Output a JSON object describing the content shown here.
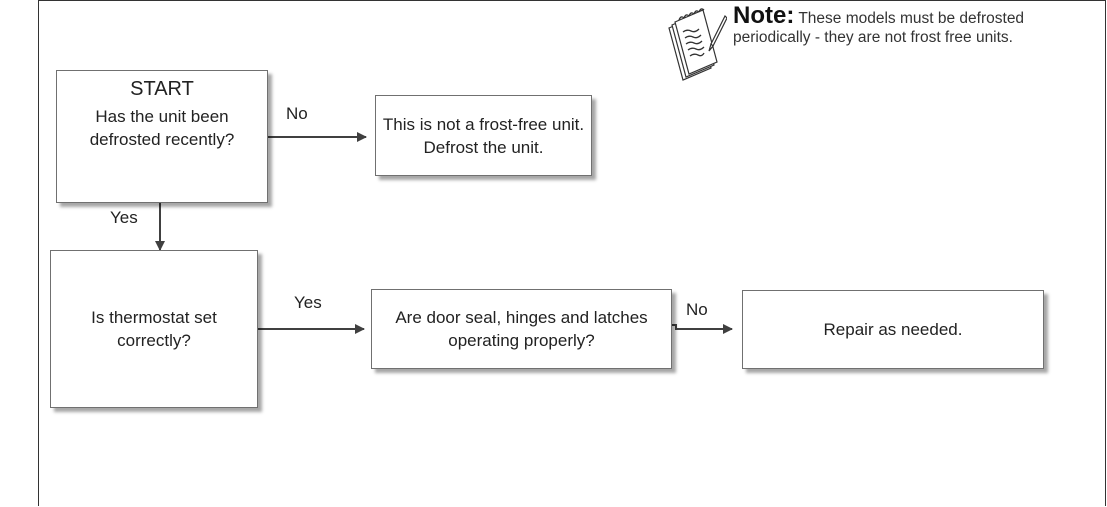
{
  "note": {
    "heading": "Note:",
    "text": "These models must be defrosted periodically - they are not frost free units."
  },
  "nodes": {
    "start": {
      "title": "START",
      "text": "Has the unit been defrosted recently?"
    },
    "not_frost_free": {
      "text": "This is not a frost-free unit. Defrost the unit."
    },
    "thermostat": {
      "text": "Is thermostat set correctly?"
    },
    "door_seal": {
      "text": "Are door seal, hinges  and latches operating properly?"
    },
    "repair": {
      "text": "Repair as needed."
    }
  },
  "edges": {
    "start_no": "No",
    "start_yes": "Yes",
    "thermostat_yes": "Yes",
    "door_no": "No"
  },
  "colors": {
    "box_border": "#707070",
    "arrow": "#404040",
    "frame": "#333333"
  }
}
